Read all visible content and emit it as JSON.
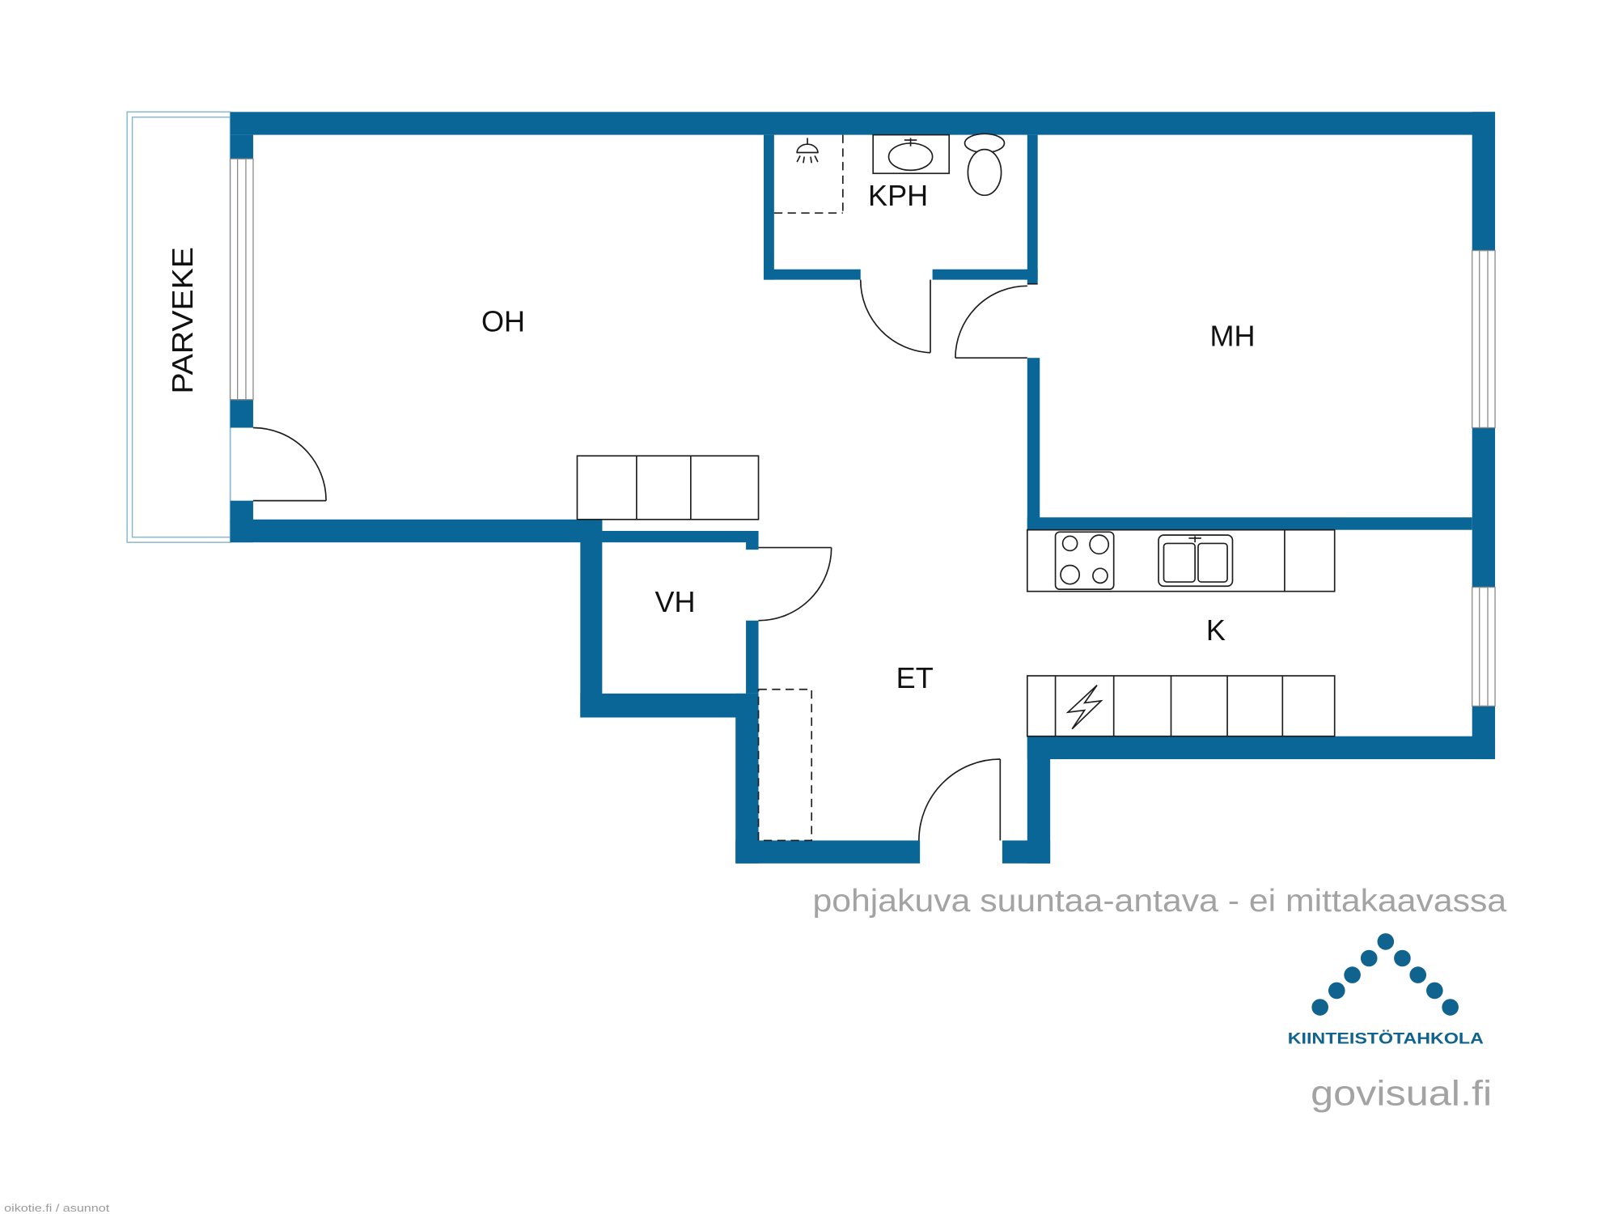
{
  "room_labels": {
    "balcony": "PARVEKE",
    "living_room": "OH",
    "bathroom": "KPH",
    "bedroom": "MH",
    "closet": "VH",
    "hall": "ET",
    "kitchen": "K"
  },
  "disclaimer": "pohjakuva suuntaa-antava - ei mittakaavassa",
  "logo": {
    "wordmark": "KIINTEISTÖTAHKOLA"
  },
  "credit": "govisual.fi",
  "watermark": "oikotie.fi / asunnot",
  "icons": {
    "shower": "shower-icon",
    "washbasin": "washbasin-icon",
    "toilet": "toilet-icon",
    "stove": "stove-icon",
    "kitchen_sink": "kitchen-sink-icon",
    "electrical": "lightning-icon"
  },
  "colors": {
    "wall": "#0b6698",
    "logo": "#10628f",
    "muted_text": "#a3a3a3",
    "balcony_outline": "#8fb8d0",
    "fixture_line": "#1e1e1e"
  }
}
